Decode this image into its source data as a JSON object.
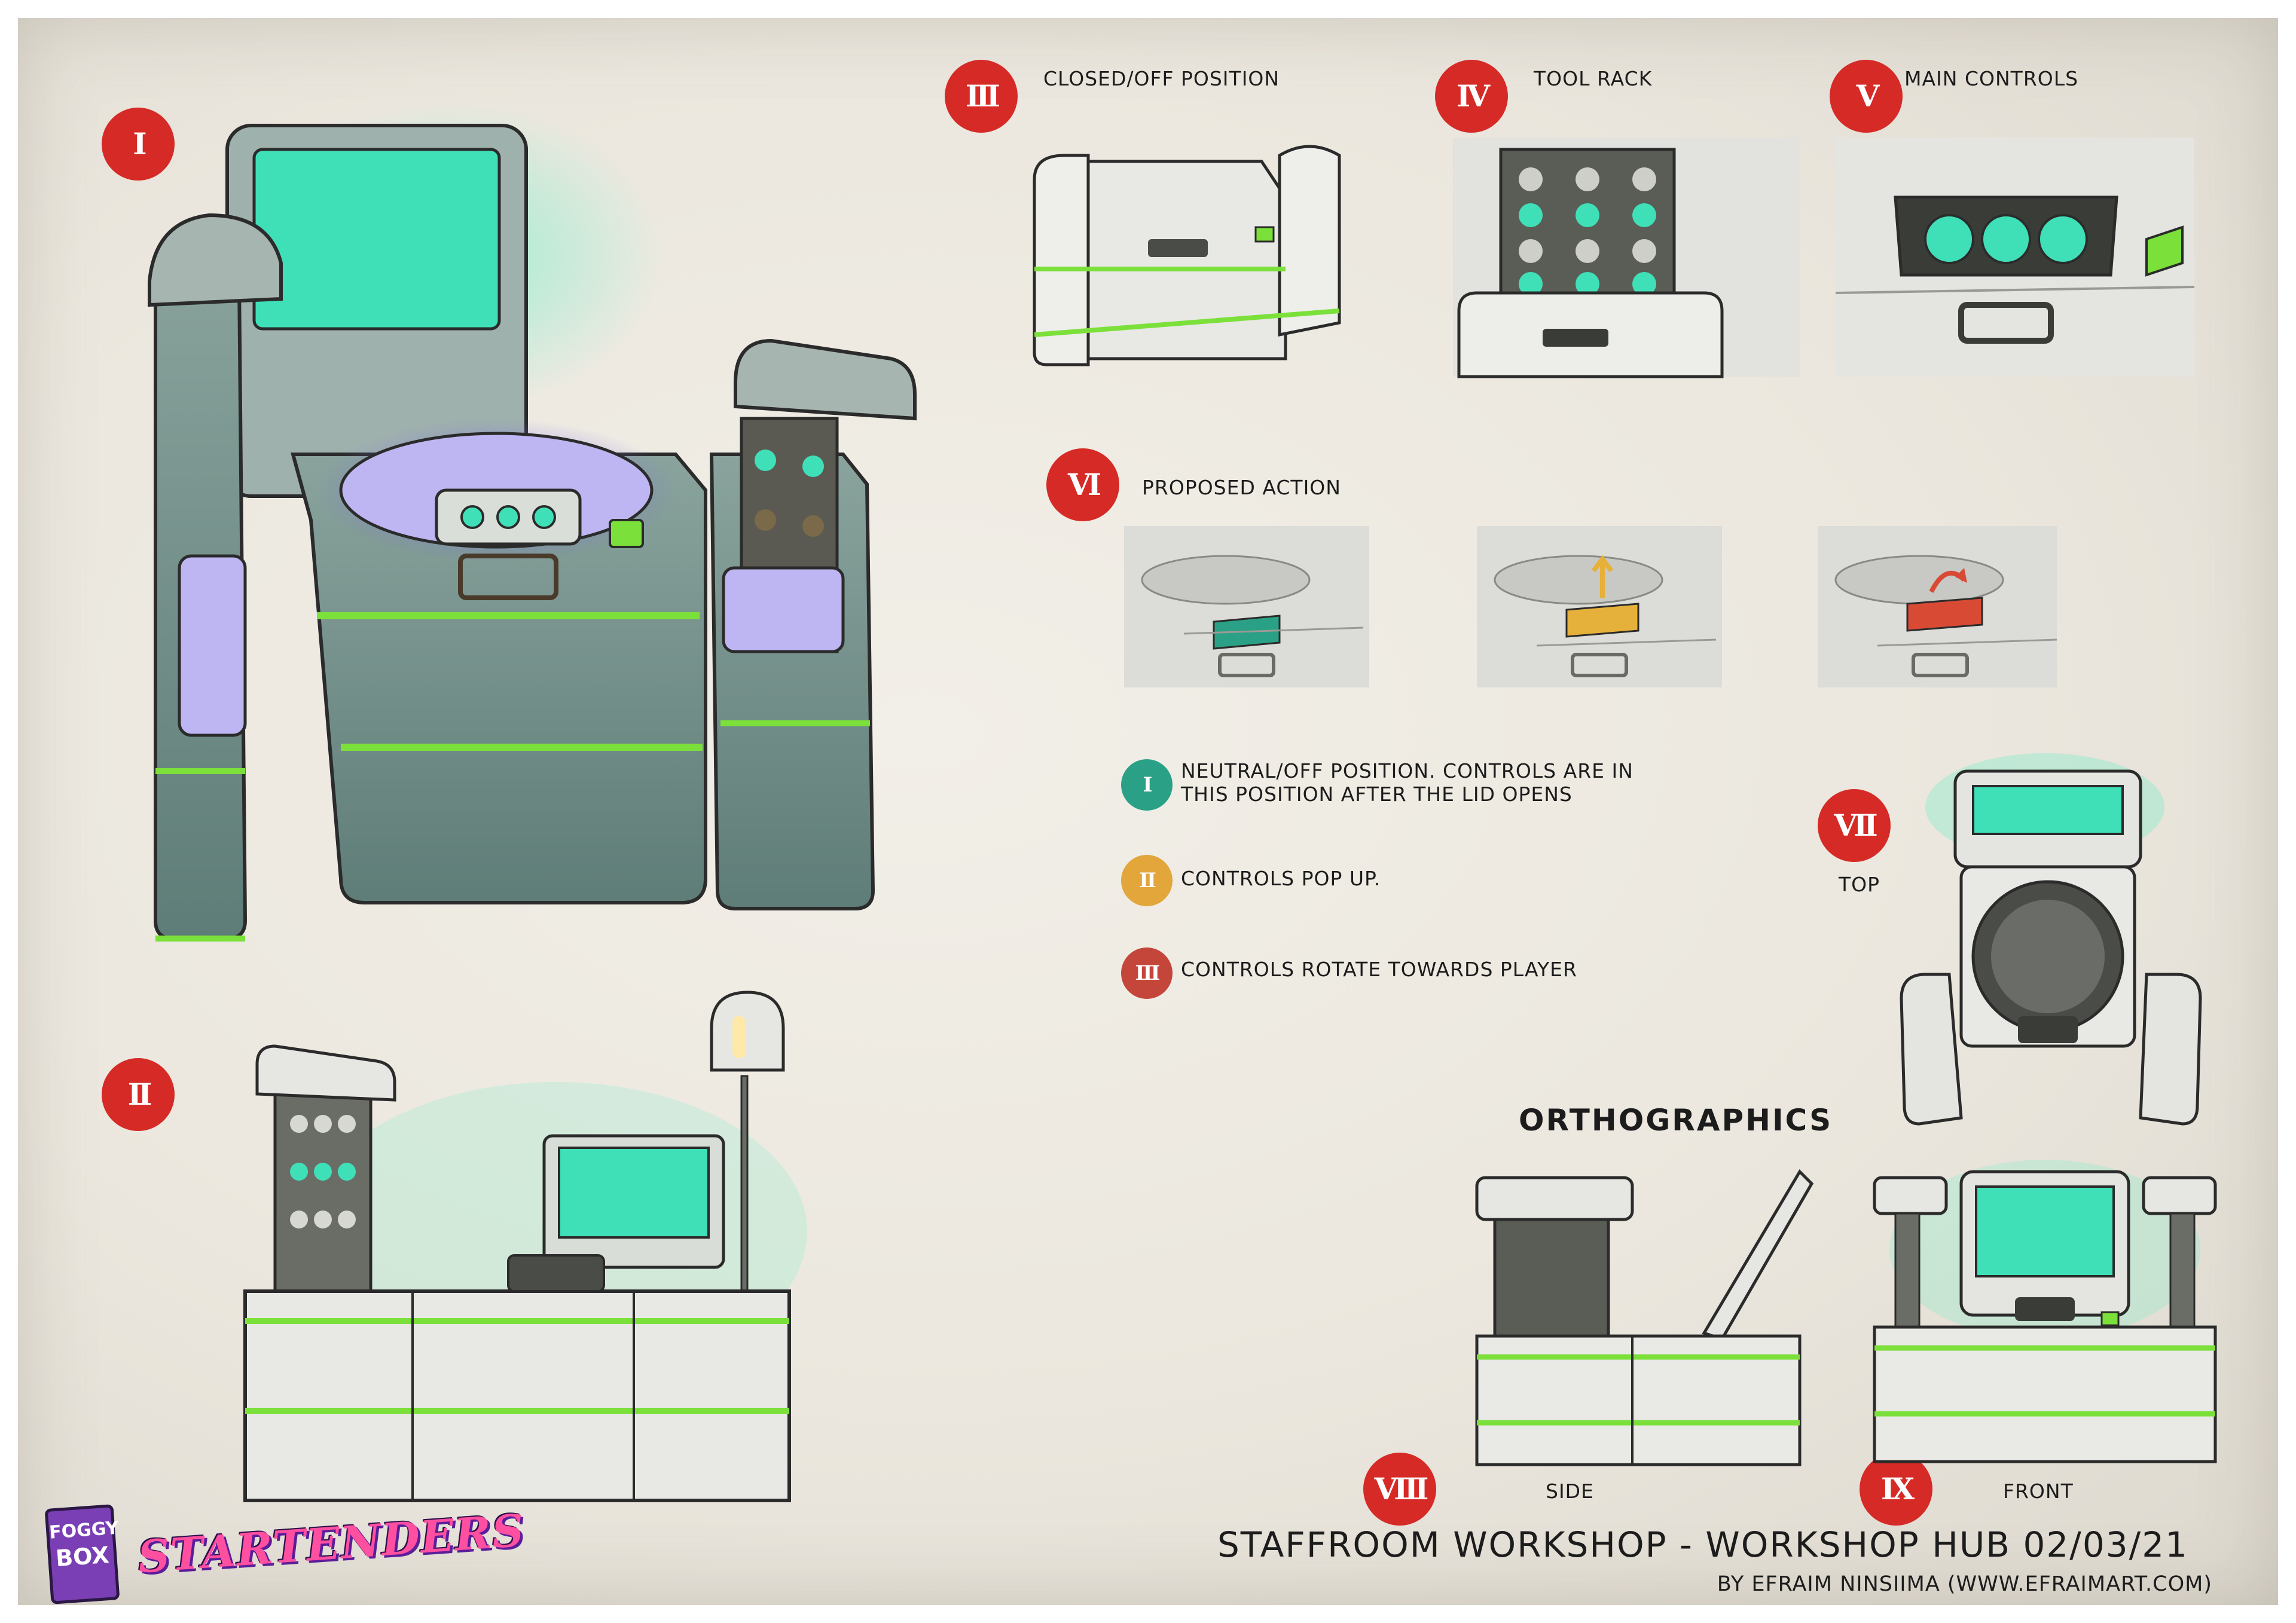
{
  "sheet": {
    "title": "STAFFROOM WORKSHOP - WORKSHOP HUB  02/03/21",
    "credit": "BY EFRAIM NINSIIMA (WWW.EFRAIMART.COM)"
  },
  "panels": {
    "p1": {
      "numeral": "I"
    },
    "p2": {
      "numeral": "II"
    },
    "p3": {
      "numeral": "III",
      "label": "CLOSED/OFF POSITION"
    },
    "p4": {
      "numeral": "IV",
      "label": "TOOL RACK"
    },
    "p5": {
      "numeral": "V",
      "label": "MAIN CONTROLS"
    },
    "p6": {
      "numeral": "VI",
      "label": "PROPOSED ACTION"
    },
    "p7": {
      "numeral": "VII",
      "label": "TOP"
    },
    "p8": {
      "numeral": "VIII",
      "label": "SIDE"
    },
    "p9": {
      "numeral": "IX",
      "label": "FRONT"
    }
  },
  "legend": [
    {
      "numeral": "I",
      "text": "NEUTRAL/OFF POSITION. CONTROLS ARE IN THIS POSITION AFTER THE LID OPENS",
      "color": "#2aa186"
    },
    {
      "numeral": "II",
      "text": "CONTROLS POP UP.",
      "color": "#e2a63b"
    },
    {
      "numeral": "III",
      "text": "CONTROLS ROTATE TOWARDS PLAYER",
      "color": "#c4463a"
    }
  ],
  "orthographics": {
    "heading": "ORTHOGRAPHICS"
  },
  "logos": {
    "foggy_line1": "FOGGY",
    "foggy_line2": "BOX",
    "startenders": "STARTENDERS"
  },
  "colors": {
    "accent_red": "#d62a26",
    "screen_teal": "#3fe0b8",
    "glow_green": "#7be03a",
    "body_teal": "#6f8f8a",
    "shell_white": "#ececea"
  }
}
